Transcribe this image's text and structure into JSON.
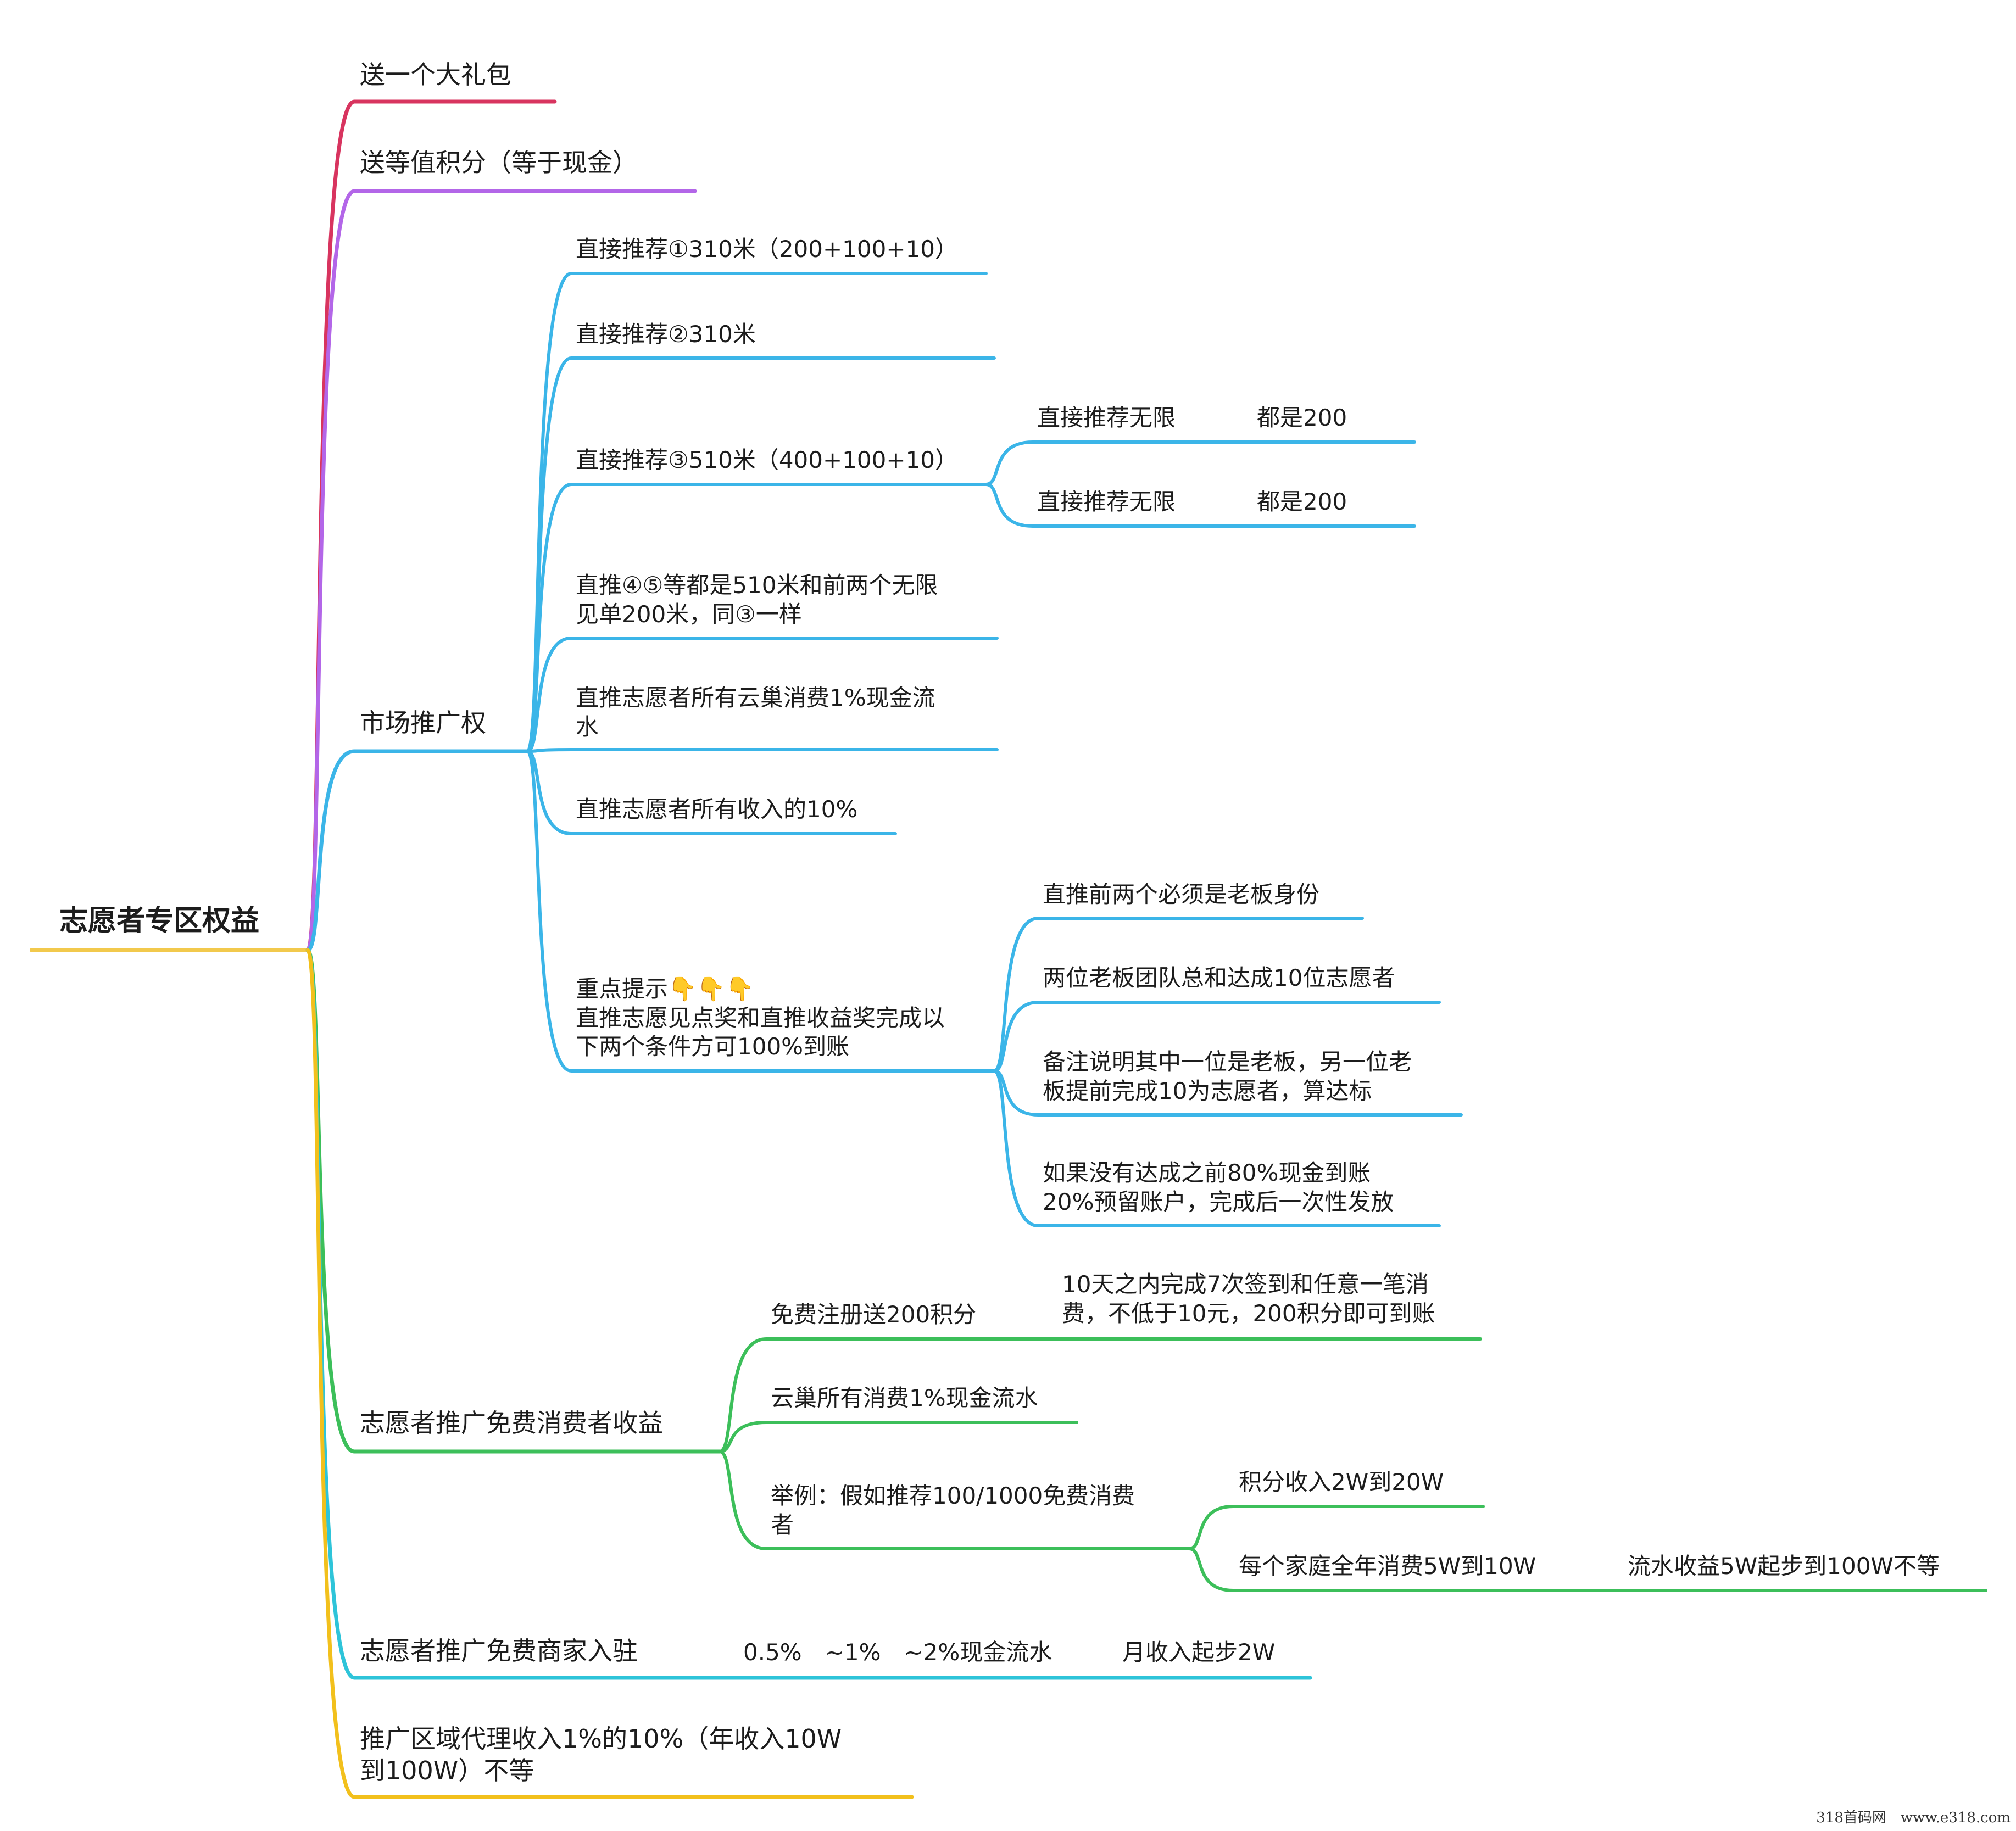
{
  "colors": {
    "root": "#f2c94c",
    "gift": "#d8345f",
    "points": "#b366e8",
    "market": "#3bb5e8",
    "consumer": "#3cbf5a",
    "merchant": "#2ec4d9",
    "region": "#f2c01c"
  },
  "root": {
    "label": "志愿者专区权益"
  },
  "branches": {
    "gift": {
      "label": "送一个大礼包"
    },
    "points": {
      "label": "送等值积分（等于现金）"
    },
    "market": {
      "label": "市场推广权",
      "items": [
        "直接推荐①310米（200+100+10）",
        "直接推荐②310米",
        "直接推荐③510米（400+100+10）",
        "直推④⑤等都是510米和前两个无限\n见单200米，同③一样",
        "直推志愿者所有云巢消费1%现金流\n水",
        "直推志愿者所有收入的10%",
        "重点提示👇👇👇\n直推志愿见点奖和直推收益奖完成以\n下两个条件方可100%到账"
      ],
      "rec3_children": [
        {
          "label": "直接推荐无限",
          "value": "都是200"
        },
        {
          "label": "直接推荐无限",
          "value": "都是200"
        }
      ],
      "notice_children": [
        "直推前两个必须是老板身份",
        "两位老板团队总和达成10位志愿者",
        "备注说明其中一位是老板，另一位老\n板提前完成10为志愿者，算达标",
        "如果没有达成之前80%现金到账\n20%预留账户，完成后一次性发放"
      ]
    },
    "consumer": {
      "label": "志愿者推广免费消费者收益",
      "items": [
        "免费注册送200积分",
        "云巢所有消费1%现金流水",
        "举例：假如推荐100/1000免费消费\n者"
      ],
      "register_note": "10天之内完成7次签到和任意一笔消\n费，不低于10元，200积分即可到账",
      "example_children": [
        "积分收入2W到20W",
        "每个家庭全年消费5W到10W"
      ],
      "family_note": "流水收益5W起步到100W不等"
    },
    "merchant": {
      "label": "志愿者推广免费商家入驻",
      "rate": "0.5%　~1%　~2%现金流水",
      "income": "月收入起步2W"
    },
    "region": {
      "label": "推广区域代理收入1%的10%（年收入10W\n到100W）不等"
    }
  },
  "watermark": "318首码网　www.e318.com"
}
